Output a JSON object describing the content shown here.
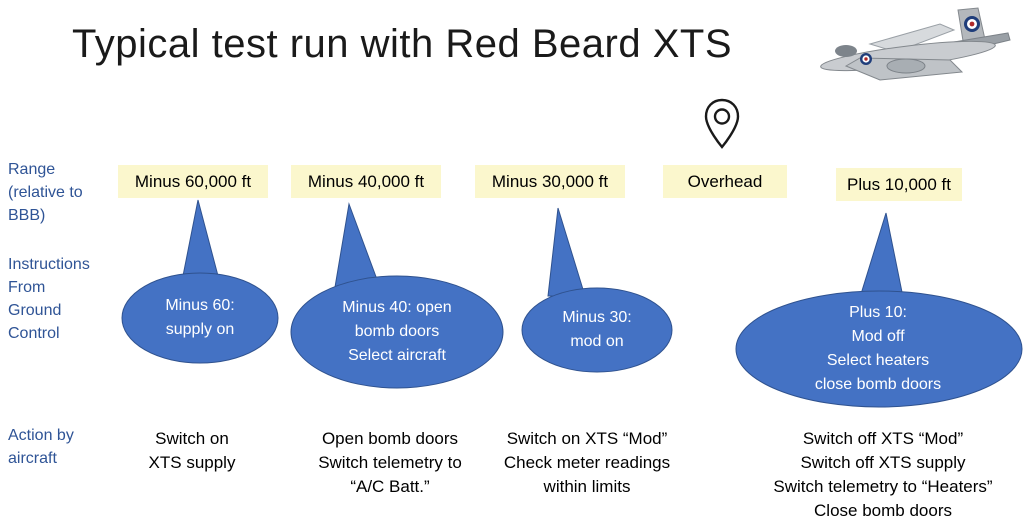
{
  "title": "Typical test run with Red Beard XTS",
  "colors": {
    "callout_blue": "#4472C4",
    "callout_border": "#2F528F",
    "label_blue": "#2F5496",
    "highlight_yellow": "#FBF7CD"
  },
  "row_labels": {
    "range": "Range\n(relative to\nBBB)",
    "instructions": "Instructions\nFrom\nGround\nControl",
    "action": "Action by\naircraft"
  },
  "columns": [
    {
      "range": "Minus 60,000 ft",
      "instruction": "Minus 60:\nsupply on",
      "action": "Switch on\nXTS supply"
    },
    {
      "range": "Minus 40,000 ft",
      "instruction": "Minus 40: open\nbomb doors\nSelect aircraft",
      "action": "Open bomb doors\nSwitch telemetry to\n“A/C Batt.”"
    },
    {
      "range": "Minus 30,000 ft",
      "instruction": "Minus 30:\nmod on",
      "action": "Switch on XTS “Mod”\nCheck meter readings\nwithin limits"
    },
    {
      "range": "Overhead"
    },
    {
      "range": "Plus 10,000 ft",
      "instruction": "Plus 10:\nMod off\nSelect heaters\nclose bomb doors",
      "action": "Switch off XTS “Mod”\nSwitch off XTS supply\nSwitch telemetry to “Heaters”\nClose bomb doors"
    }
  ],
  "icons": {
    "pin": "location-pin",
    "aircraft": "red-beard-carrier-aircraft"
  }
}
